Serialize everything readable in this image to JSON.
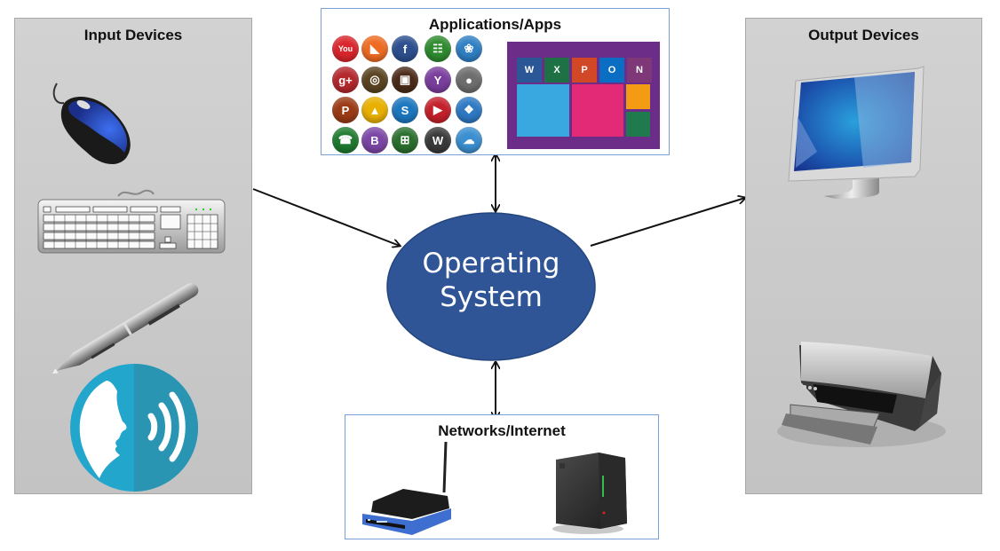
{
  "diagram": {
    "center": {
      "label_line1": "Operating",
      "label_line2": "System",
      "fill": "#2f5597"
    },
    "input_panel": {
      "title": "Input Devices",
      "devices": [
        "mouse",
        "keyboard",
        "stylus-pen",
        "voice-input"
      ]
    },
    "output_panel": {
      "title": "Output Devices",
      "devices": [
        "monitor",
        "printer"
      ]
    },
    "apps_panel": {
      "title": "Applications/Apps",
      "social_icons": [
        {
          "name": "youtube",
          "glyph": "You",
          "color": "#d9262c"
        },
        {
          "name": "rss",
          "glyph": "◣",
          "color": "#ee6b22"
        },
        {
          "name": "facebook",
          "glyph": "f",
          "color": "#2d4f8e"
        },
        {
          "name": "android",
          "glyph": "☷",
          "color": "#2e8b2e"
        },
        {
          "name": "twitter",
          "glyph": "❀",
          "color": "#2f7fc4"
        },
        {
          "name": "google-plus",
          "glyph": "g+",
          "color": "#b3282d"
        },
        {
          "name": "picasa",
          "glyph": "◎",
          "color": "#5a4422"
        },
        {
          "name": "instagram",
          "glyph": "▣",
          "color": "#4b2a17"
        },
        {
          "name": "yahoo",
          "glyph": "Y",
          "color": "#7a3e9d"
        },
        {
          "name": "apple",
          "glyph": "●",
          "color": "#6e6e6e"
        },
        {
          "name": "pinterest",
          "glyph": "P",
          "color": "#9b3b16"
        },
        {
          "name": "google-drive",
          "glyph": "▲",
          "color": "#e8b000"
        },
        {
          "name": "skype",
          "glyph": "S",
          "color": "#1c77bf"
        },
        {
          "name": "youtube-play",
          "glyph": "▶",
          "color": "#c4202b"
        },
        {
          "name": "dropbox",
          "glyph": "❖",
          "color": "#2e79c4"
        },
        {
          "name": "whatsapp",
          "glyph": "☎",
          "color": "#1e7a2e"
        },
        {
          "name": "blogger",
          "glyph": "B",
          "color": "#7b46a6"
        },
        {
          "name": "windows",
          "glyph": "⊞",
          "color": "#2a6f2e"
        },
        {
          "name": "wordpress",
          "glyph": "W",
          "color": "#3a3a3a"
        },
        {
          "name": "soundcloud",
          "glyph": "☁",
          "color": "#3b8fd0"
        }
      ],
      "office_tiles": [
        {
          "name": "word",
          "glyph": "W",
          "color": "#2b5797"
        },
        {
          "name": "excel",
          "glyph": "X",
          "color": "#1e7145"
        },
        {
          "name": "powerpoint",
          "glyph": "P",
          "color": "#d24726"
        },
        {
          "name": "outlook",
          "glyph": "O",
          "color": "#0a6fc2"
        },
        {
          "name": "onenote",
          "glyph": "N",
          "color": "#7e3878"
        }
      ],
      "live_tiles": [
        {
          "name": "blue-tile",
          "color": "#3aa8e0"
        },
        {
          "name": "pink-tile",
          "color": "#e22a76"
        },
        {
          "name": "orange-tile",
          "color": "#f39b13"
        },
        {
          "name": "green-tile",
          "color": "#1f7a4d"
        }
      ]
    },
    "network_panel": {
      "title": "Networks/Internet",
      "devices": [
        "wireless-router",
        "server"
      ]
    },
    "arrows": [
      {
        "from": "input-devices",
        "to": "operating-system",
        "direction": "one-way"
      },
      {
        "from": "operating-system",
        "to": "output-devices",
        "direction": "one-way"
      },
      {
        "from": "operating-system",
        "to": "applications",
        "direction": "two-way"
      },
      {
        "from": "operating-system",
        "to": "networks",
        "direction": "two-way"
      }
    ]
  }
}
